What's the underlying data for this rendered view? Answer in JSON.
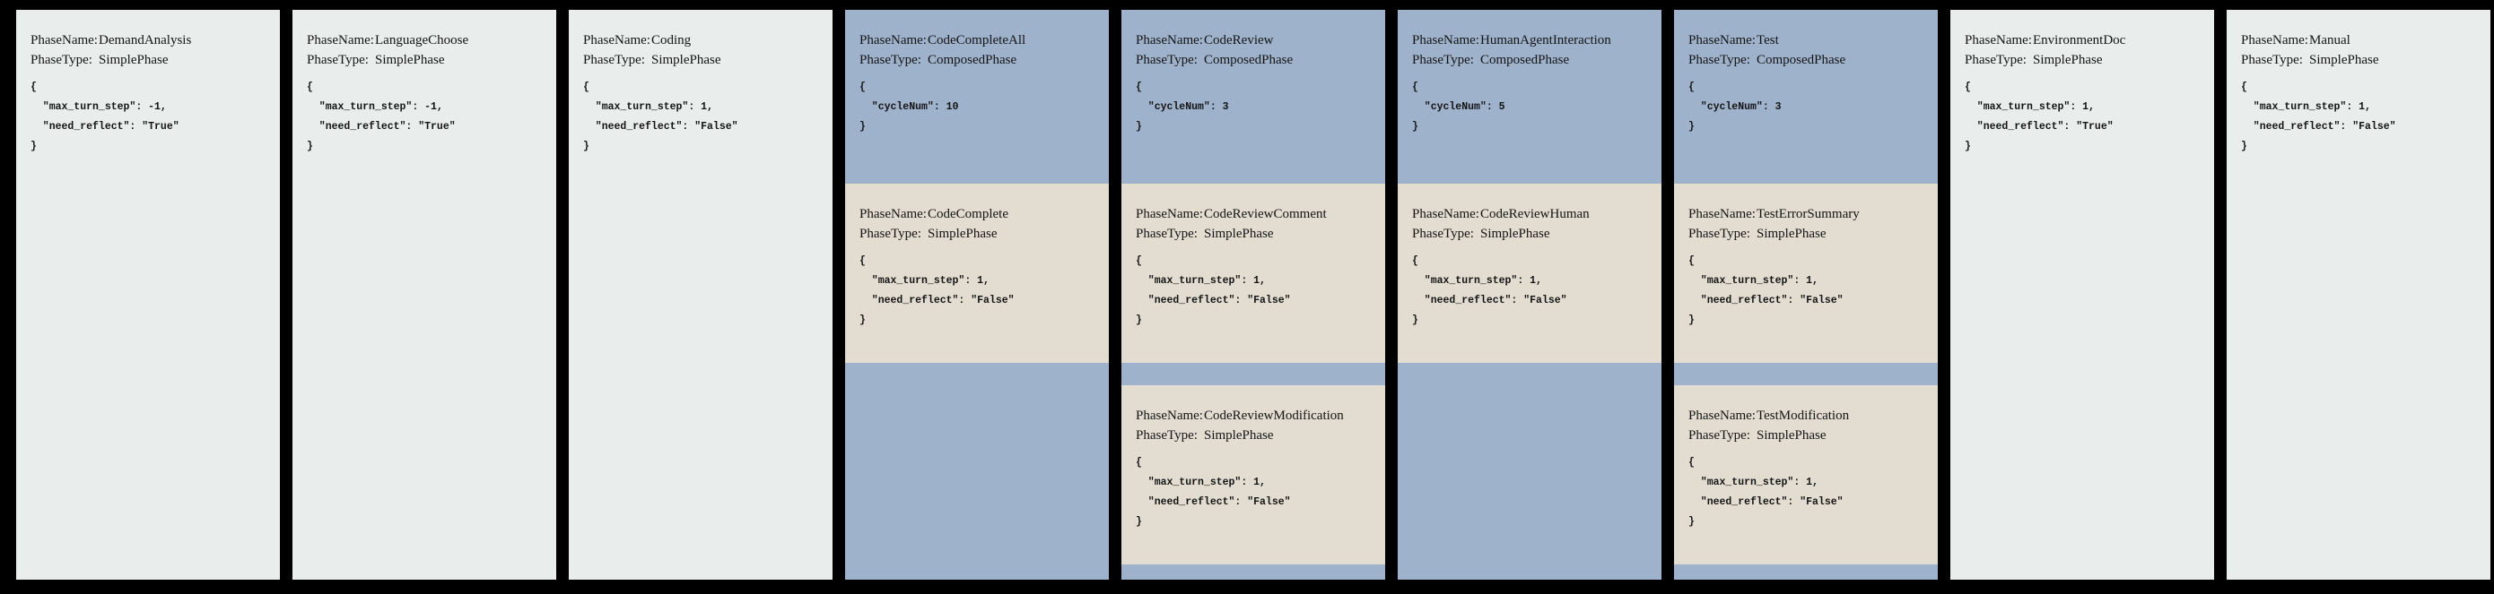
{
  "labels": {
    "phase_name": "PhaseName:",
    "phase_type": "PhaseType:"
  },
  "colors": {
    "background": "#000000",
    "simple_phase_bg": "#e9edec",
    "composed_phase_bg": "#9fb2cc",
    "nested_phase_bg": "#e2dcd1",
    "text": "#141414"
  },
  "columns": [
    {
      "phase_name": "DemandAnalysis",
      "phase_type": "SimplePhase",
      "config_lines": [
        "{",
        "  \"max_turn_step\": -1,",
        "  \"need_reflect\": \"True\"",
        "}"
      ]
    },
    {
      "phase_name": "LanguageChoose",
      "phase_type": "SimplePhase",
      "config_lines": [
        "{",
        "  \"max_turn_step\": -1,",
        "  \"need_reflect\": \"True\"",
        "}"
      ]
    },
    {
      "phase_name": "Coding",
      "phase_type": "SimplePhase",
      "config_lines": [
        "{",
        "  \"max_turn_step\": 1,",
        "  \"need_reflect\": \"False\"",
        "}"
      ]
    },
    {
      "phase_name": "CodeCompleteAll",
      "phase_type": "ComposedPhase",
      "config_lines": [
        "{",
        "  \"cycleNum\": 10",
        "}"
      ],
      "children": [
        {
          "phase_name": "CodeComplete",
          "phase_type": "SimplePhase",
          "config_lines": [
            "{",
            "  \"max_turn_step\": 1,",
            "  \"need_reflect\": \"False\"",
            "}"
          ]
        }
      ]
    },
    {
      "phase_name": "CodeReview",
      "phase_type": "ComposedPhase",
      "config_lines": [
        "{",
        "  \"cycleNum\": 3",
        "}"
      ],
      "children": [
        {
          "phase_name": "CodeReviewComment",
          "phase_type": "SimplePhase",
          "config_lines": [
            "{",
            "  \"max_turn_step\": 1,",
            "  \"need_reflect\": \"False\"",
            "}"
          ]
        },
        {
          "phase_name": "CodeReviewModification",
          "phase_type": "SimplePhase",
          "config_lines": [
            "{",
            "  \"max_turn_step\": 1,",
            "  \"need_reflect\": \"False\"",
            "}"
          ]
        }
      ]
    },
    {
      "phase_name": "HumanAgentInteraction",
      "phase_type": "ComposedPhase",
      "config_lines": [
        "{",
        "  \"cycleNum\": 5",
        "}"
      ],
      "children": [
        {
          "phase_name": "CodeReviewHuman",
          "phase_type": "SimplePhase",
          "config_lines": [
            "{",
            "  \"max_turn_step\": 1,",
            "  \"need_reflect\": \"False\"",
            "}"
          ]
        }
      ]
    },
    {
      "phase_name": "Test",
      "phase_type": "ComposedPhase",
      "config_lines": [
        "{",
        "  \"cycleNum\": 3",
        "}"
      ],
      "children": [
        {
          "phase_name": "TestErrorSummary",
          "phase_type": "SimplePhase",
          "config_lines": [
            "{",
            "  \"max_turn_step\": 1,",
            "  \"need_reflect\": \"False\"",
            "}"
          ]
        },
        {
          "phase_name": "TestModification",
          "phase_type": "SimplePhase",
          "config_lines": [
            "{",
            "  \"max_turn_step\": 1,",
            "  \"need_reflect\": \"False\"",
            "}"
          ]
        }
      ]
    },
    {
      "phase_name": "EnvironmentDoc",
      "phase_type": "SimplePhase",
      "config_lines": [
        "{",
        "  \"max_turn_step\": 1,",
        "  \"need_reflect\": \"True\"",
        "}"
      ]
    },
    {
      "phase_name": "Manual",
      "phase_type": "SimplePhase",
      "config_lines": [
        "{",
        "  \"max_turn_step\": 1,",
        "  \"need_reflect\": \"False\"",
        "}"
      ]
    }
  ]
}
